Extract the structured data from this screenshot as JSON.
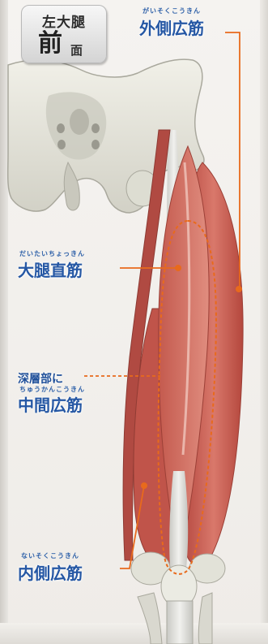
{
  "badge": {
    "top": "左大腿",
    "main": "前",
    "sub": "面"
  },
  "labels": {
    "vastus_lateralis": {
      "ruby": "がいそくこうきん",
      "text": "外側広筋"
    },
    "rectus_femoris": {
      "ruby": "だいたいちょっきん",
      "text": "大腿直筋"
    },
    "vastus_intermedius": {
      "prefix": "深層部に",
      "ruby": "ちゅうかんこうきん",
      "text": "中間広筋"
    },
    "vastus_medialis": {
      "ruby": "ないそくこうきん",
      "text": "内側広筋"
    }
  },
  "colors": {
    "label_blue": "#2557a4",
    "leader_orange": "#e86a1c",
    "muscle_red": "#c8564a",
    "bone": "#e7e6dc"
  }
}
